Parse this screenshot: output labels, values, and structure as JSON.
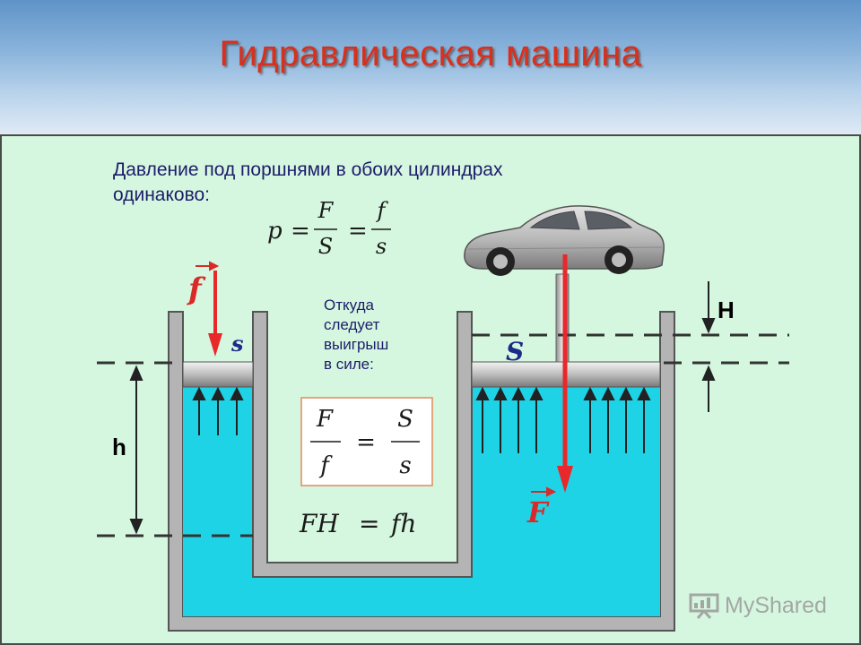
{
  "slide": {
    "title": "Гидравлическая машина"
  },
  "statement": {
    "line1": "Давление под поршнями в обоих цилиндрах",
    "line2": "одинаково:"
  },
  "formula_pressure": {
    "p": "p",
    "eq": "=",
    "num1": "F",
    "den1": "S",
    "num2": "f",
    "den2": "s"
  },
  "corollary": {
    "line1": "Откуда",
    "line2": "следует",
    "line3": "выигрыш",
    "line4": "в силе:"
  },
  "formula_gain": {
    "num_left": "F",
    "den_left": "f",
    "eq": "=",
    "num_right": "S",
    "den_right": "s"
  },
  "formula_work": {
    "left": "FH",
    "eq": "=",
    "right": "fh"
  },
  "labels": {
    "small_force": "f",
    "large_force": "F",
    "small_area": "s",
    "large_area": "S",
    "small_height": "h",
    "large_height": "H"
  },
  "watermark": {
    "brand": "MyShared"
  },
  "colors": {
    "title": "#d9301c",
    "water": "#1fd3e6",
    "force_arrow": "#e8282a",
    "panel": "#d6f7df",
    "vessel": "#b4b4b4"
  }
}
